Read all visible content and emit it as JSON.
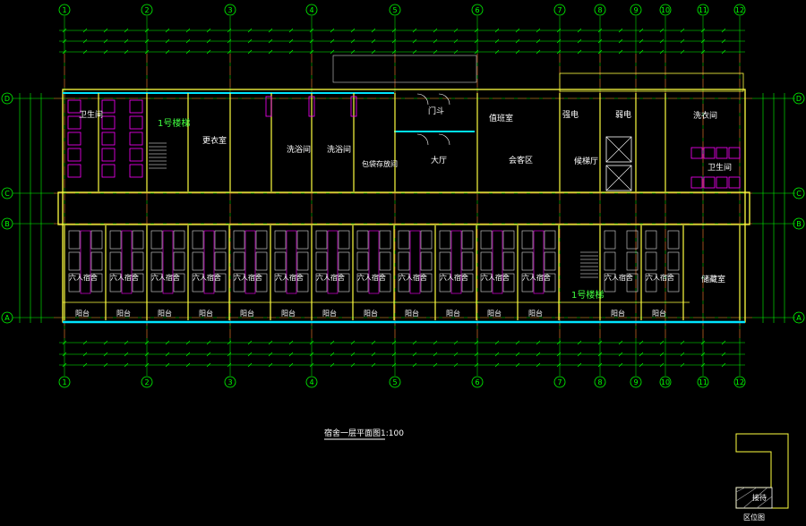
{
  "drawing": {
    "title": "宿舍一层平面图1:100",
    "keyplan_caption": "区位图",
    "keyplan_label": "接待"
  },
  "axes": {
    "columns": [
      "1",
      "2",
      "3",
      "4",
      "5",
      "6",
      "7",
      "8",
      "9",
      "10",
      "11",
      "12"
    ],
    "rows_left": [
      "D",
      "C",
      "B",
      "A"
    ],
    "rows_right": [
      "D",
      "C",
      "B",
      "A"
    ]
  },
  "rooms": {
    "toilet_left": "卫生间",
    "stair_1": "1号楼梯",
    "changing": "更衣室",
    "wash_1": "洗浴间",
    "wash_2": "洗浴间",
    "bags": "包袋存放间",
    "hall": "大厅",
    "entry": "门斗",
    "duty": "值班室",
    "reception": "会客区",
    "elev_hall": "候梯厅",
    "power": "强电",
    "weak": "弱电",
    "laundry": "洗衣间",
    "toilet_right": "卫生间",
    "stair_2": "1号楼梯",
    "storage": "储藏室",
    "dorm": "六人宿舍",
    "balcony": "阳台"
  },
  "colors": {
    "background": "#000000",
    "grid_axis": "#00ff00",
    "wall": "#ffff40",
    "window": "#00e5ff",
    "furniture": "#ff00ff",
    "text": "#ffffff",
    "column": "#ff3030",
    "dimension": "#8ec8ff"
  }
}
